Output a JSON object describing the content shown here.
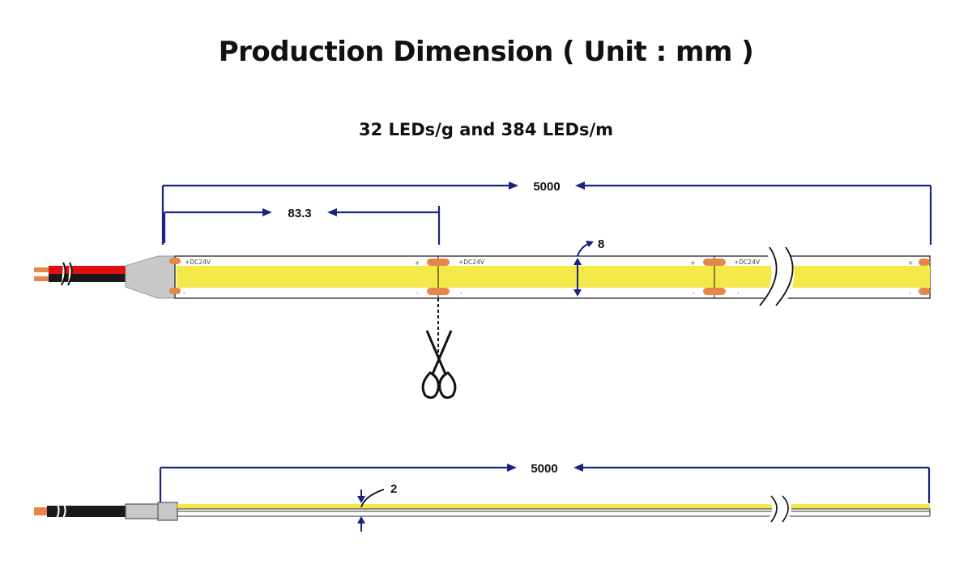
{
  "title": "Production Dimension ( Unit : mm )",
  "subtitle": "32 LEDs/g and 384 LEDs/m",
  "top_view": {
    "total_length": "5000",
    "cut_length": "83.3",
    "width": "8",
    "pad_label": "+DC24V",
    "plus": "+",
    "minus": "-"
  },
  "side_view": {
    "total_length": "5000",
    "thickness": "2"
  },
  "colors": {
    "dimension_line": "#1a237e",
    "led_strip": "#f3ea4a",
    "solder_pad": "#e8864a",
    "wire_red": "#e01010",
    "wire_black": "#1a1a1a",
    "connector_gray": "#c8c8c8"
  }
}
